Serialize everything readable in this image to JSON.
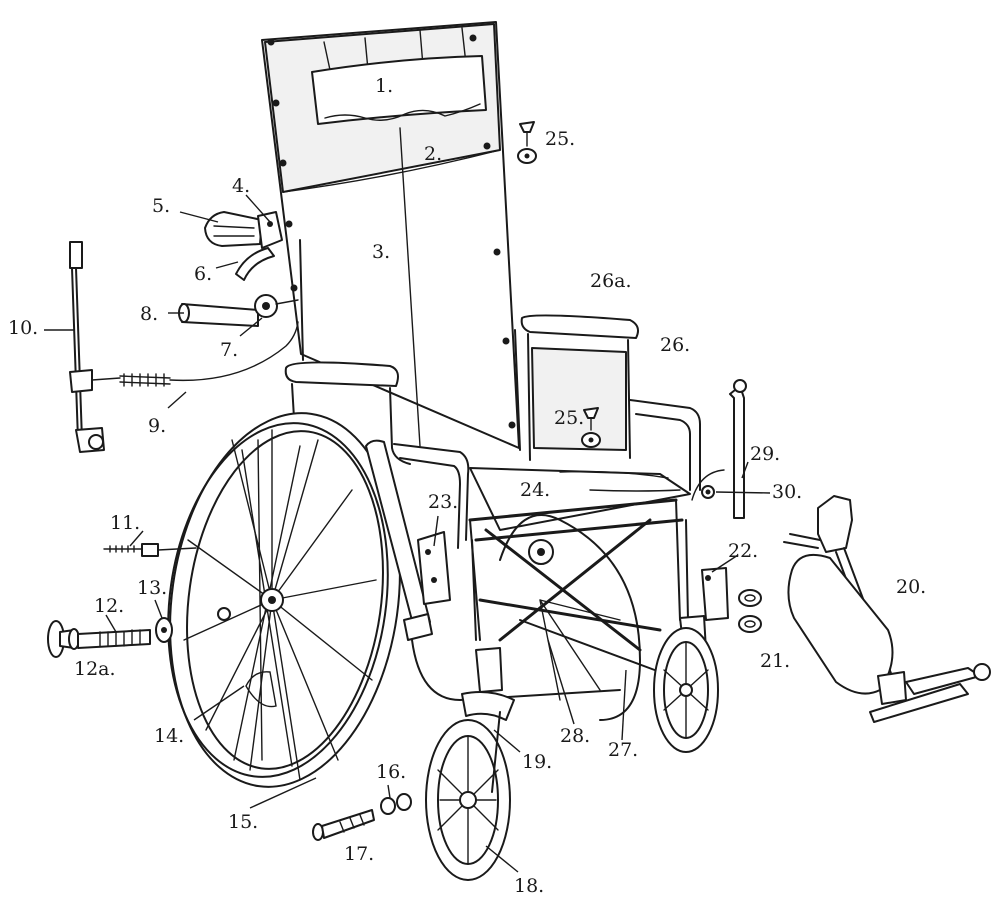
{
  "labels": {
    "l1": "1.",
    "l2": "2.",
    "l3": "3.",
    "l4": "4.",
    "l5": "5.",
    "l6": "6.",
    "l7": "7.",
    "l8": "8.",
    "l9": "9.",
    "l10": "10.",
    "l11": "11.",
    "l12": "12.",
    "l12a": "12a.",
    "l13": "13.",
    "l14": "14.",
    "l15": "15.",
    "l16": "16.",
    "l17": "17.",
    "l18": "18.",
    "l19": "19.",
    "l20": "20.",
    "l21": "21.",
    "l22": "22.",
    "l23": "23.",
    "l24": "24.",
    "l25a": "25.",
    "l25b": "25.",
    "l26": "26.",
    "l26a": "26a.",
    "l27": "27.",
    "l28": "28.",
    "l29": "29.",
    "l30": "30."
  }
}
